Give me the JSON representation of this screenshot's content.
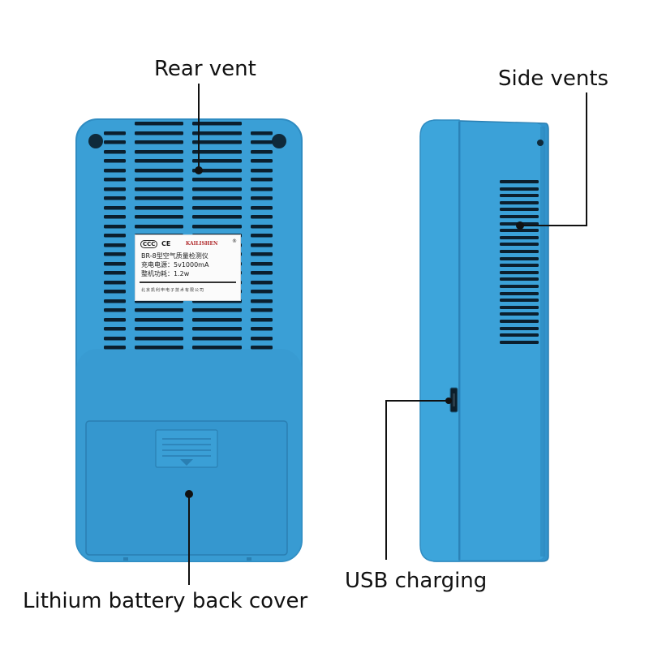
{
  "callouts": {
    "rear_vent": "Rear vent",
    "side_vents": "Side vents",
    "usb_charging": "USB charging",
    "battery_cover": "Lithium battery back cover"
  },
  "sticker": {
    "cert_ccc": "CCC",
    "cert_ce": "CE",
    "brand": "KAILISHEN",
    "registered": "®",
    "model": "BR-8型空气质量检测仪",
    "power_supply": "充电电源：5v1000mA",
    "power_consumption": "整机功耗：1.2w",
    "company": "北京凯利申电子技术有限公司"
  },
  "colors": {
    "device_blue": "#3a9fd6",
    "device_edge": "#2f8cc2",
    "vent_slot": "#0b1f2e",
    "leader_line": "#111111"
  }
}
